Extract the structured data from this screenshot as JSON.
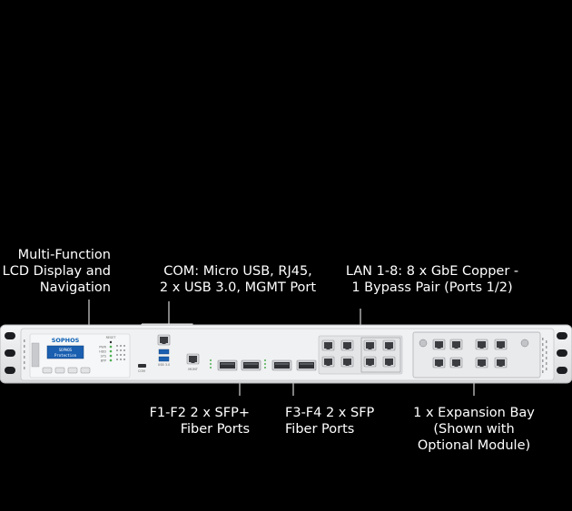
{
  "callouts": {
    "lcd": "Multi-Function\nLCD Display and\nNavigation",
    "com": "COM: Micro USB, RJ45,\n2 x USB 3.0, MGMT Port",
    "lan": "LAN 1-8: 8 x GbE Copper -\n1 Bypass Pair (Ports 1/2)",
    "f12": "F1-F2 2 x SFP+\nFiber Ports",
    "f34": "F3-F4 2 x SFP\nFiber Ports",
    "bay": "1 x Expansion Bay\n(Shown with\nOptional Module)"
  },
  "device": {
    "brand": "SOPHOS",
    "lcd_line1": "SOPHOS",
    "lcd_line2": "Protection",
    "reset_label": "RESET",
    "com_label": "COM",
    "usb_label": "USB 3.0",
    "mgmt_label": "MGMT",
    "led_labels": [
      "PWR",
      "HDD",
      "SYS",
      "BYP"
    ],
    "colors": {
      "chassis": "#ebecee",
      "accent": "#0a5fb4",
      "led": "#4caf50"
    }
  }
}
